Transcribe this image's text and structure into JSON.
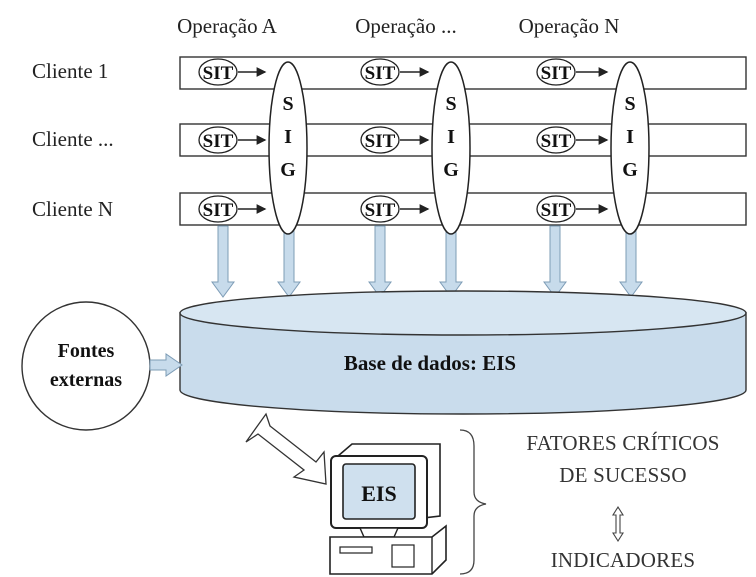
{
  "operations": [
    "Operação A",
    "Operação ...",
    "Operação N"
  ],
  "clients": [
    "Cliente 1",
    "Cliente ...",
    "Cliente N"
  ],
  "sit_label": "SIT",
  "sig_letters": [
    "S",
    "I",
    "G"
  ],
  "external_sources": [
    "Fontes",
    "externas"
  ],
  "database_label": "Base de dados: EIS",
  "computer_screen_label": "EIS",
  "success_factors": [
    "FATORES CRÍTICOS",
    "DE SUCESSO"
  ],
  "indicators_label": "INDICADORES",
  "colors": {
    "database_fill": "#c9dcec",
    "database_top": "#d7e6f2",
    "arrow_fill": "#c7dbeb",
    "arrow_stroke": "#7d9cb6",
    "line": "#333333"
  }
}
